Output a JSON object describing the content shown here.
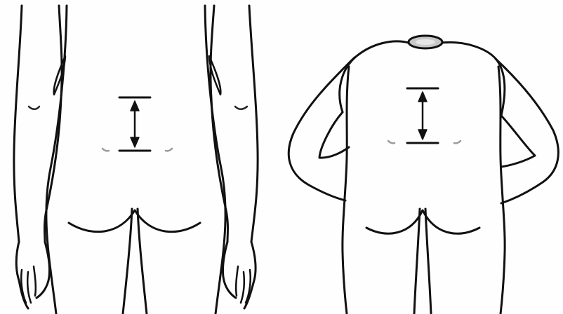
{
  "figure": {
    "panels": [
      {
        "id": "standing-upright",
        "view": "back",
        "posture": "standing"
      },
      {
        "id": "bending-forward",
        "view": "back",
        "posture": "forward-flexion"
      }
    ],
    "colors": {
      "background": "#fefefe",
      "ink": "#111111",
      "marker": "#8a8a8a"
    },
    "icons": [
      "double-headed-arrow",
      "skin-mark"
    ]
  }
}
